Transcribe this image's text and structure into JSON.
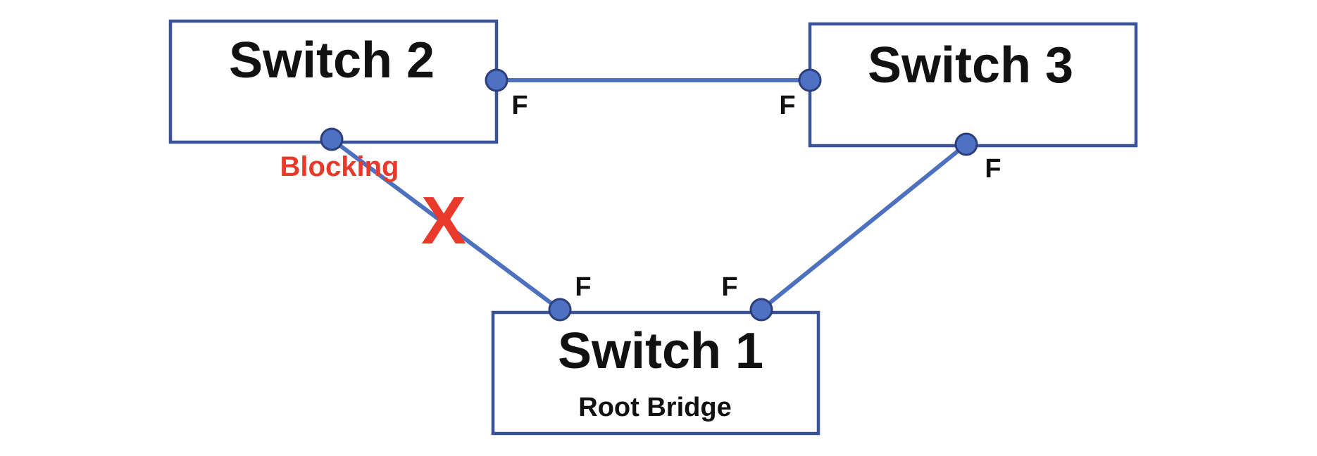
{
  "colors": {
    "box_stroke": "#3a5296",
    "link": "#4e71bf",
    "port_fill": "#4e71c4",
    "port_stroke": "#2c3f7a",
    "text": "#111111",
    "blocked": "#e8392b"
  },
  "switches": [
    {
      "title": "Switch 2",
      "subtitle": ""
    },
    {
      "title": "Switch 3",
      "subtitle": ""
    },
    {
      "title": "Switch 1",
      "subtitle": "Root Bridge"
    }
  ],
  "links": [
    {
      "from": "Switch 2",
      "to": "Switch 3",
      "state_from": "F",
      "state_to": "F"
    },
    {
      "from": "Switch 2",
      "to": "Switch 1",
      "state_from": "Blocking",
      "state_to": "F",
      "block_mark": "X"
    },
    {
      "from": "Switch 3",
      "to": "Switch 1",
      "state_from": "F",
      "state_to": "F"
    }
  ]
}
